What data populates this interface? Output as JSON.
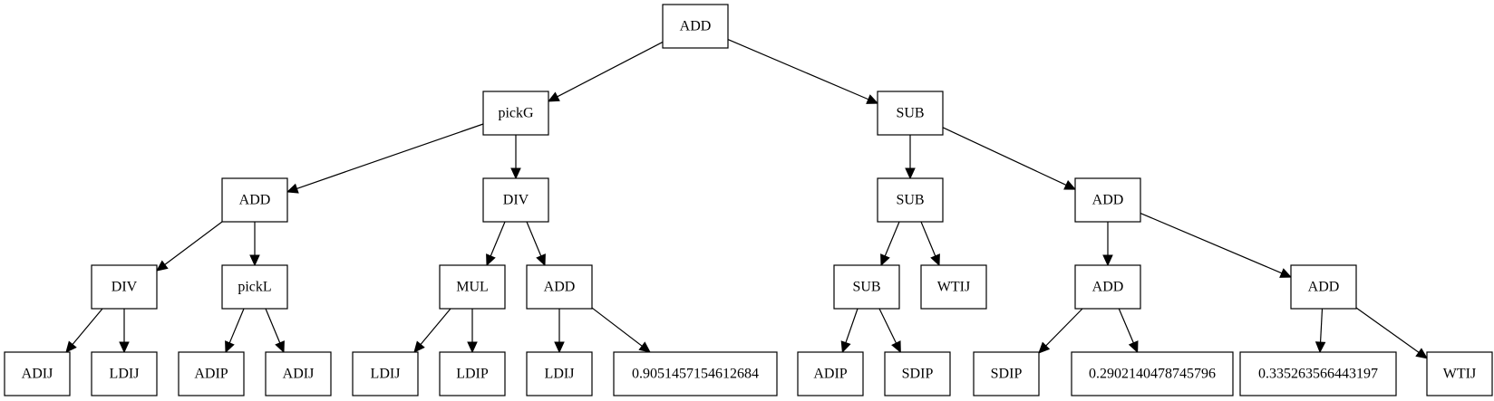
{
  "tree": {
    "nodes": [
      {
        "id": "n1",
        "label": "ADD"
      },
      {
        "id": "n2",
        "label": "pickG"
      },
      {
        "id": "n3",
        "label": "SUB"
      },
      {
        "id": "n4",
        "label": "ADD"
      },
      {
        "id": "n5",
        "label": "DIV"
      },
      {
        "id": "n6",
        "label": "SUB"
      },
      {
        "id": "n7",
        "label": "ADD"
      },
      {
        "id": "n8",
        "label": "DIV"
      },
      {
        "id": "n9",
        "label": "pickL"
      },
      {
        "id": "n10",
        "label": "MUL"
      },
      {
        "id": "n11",
        "label": "ADD"
      },
      {
        "id": "n12",
        "label": "SUB"
      },
      {
        "id": "n13",
        "label": "WTIJ"
      },
      {
        "id": "n14",
        "label": "ADD"
      },
      {
        "id": "n15",
        "label": "ADD"
      },
      {
        "id": "n16",
        "label": "ADIJ"
      },
      {
        "id": "n17",
        "label": "LDIJ"
      },
      {
        "id": "n18",
        "label": "ADIP"
      },
      {
        "id": "n19",
        "label": "ADIJ"
      },
      {
        "id": "n20",
        "label": "LDIJ"
      },
      {
        "id": "n21",
        "label": "LDIP"
      },
      {
        "id": "n22",
        "label": "LDIJ"
      },
      {
        "id": "n23",
        "label": "0.9051457154612684"
      },
      {
        "id": "n24",
        "label": "ADIP"
      },
      {
        "id": "n25",
        "label": "SDIP"
      },
      {
        "id": "n26",
        "label": "SDIP"
      },
      {
        "id": "n27",
        "label": "0.2902140478745796"
      },
      {
        "id": "n28",
        "label": "0.335263566443197"
      },
      {
        "id": "n29",
        "label": "WTIJ"
      }
    ],
    "edges": [
      [
        "n1",
        "n2"
      ],
      [
        "n1",
        "n3"
      ],
      [
        "n2",
        "n4"
      ],
      [
        "n2",
        "n5"
      ],
      [
        "n3",
        "n6"
      ],
      [
        "n3",
        "n7"
      ],
      [
        "n4",
        "n8"
      ],
      [
        "n4",
        "n9"
      ],
      [
        "n5",
        "n10"
      ],
      [
        "n5",
        "n11"
      ],
      [
        "n6",
        "n12"
      ],
      [
        "n6",
        "n13"
      ],
      [
        "n7",
        "n14"
      ],
      [
        "n7",
        "n15"
      ],
      [
        "n8",
        "n16"
      ],
      [
        "n8",
        "n17"
      ],
      [
        "n9",
        "n18"
      ],
      [
        "n9",
        "n19"
      ],
      [
        "n10",
        "n20"
      ],
      [
        "n10",
        "n21"
      ],
      [
        "n11",
        "n22"
      ],
      [
        "n11",
        "n23"
      ],
      [
        "n12",
        "n24"
      ],
      [
        "n12",
        "n25"
      ],
      [
        "n14",
        "n26"
      ],
      [
        "n14",
        "n27"
      ],
      [
        "n15",
        "n28"
      ],
      [
        "n15",
        "n29"
      ]
    ]
  }
}
